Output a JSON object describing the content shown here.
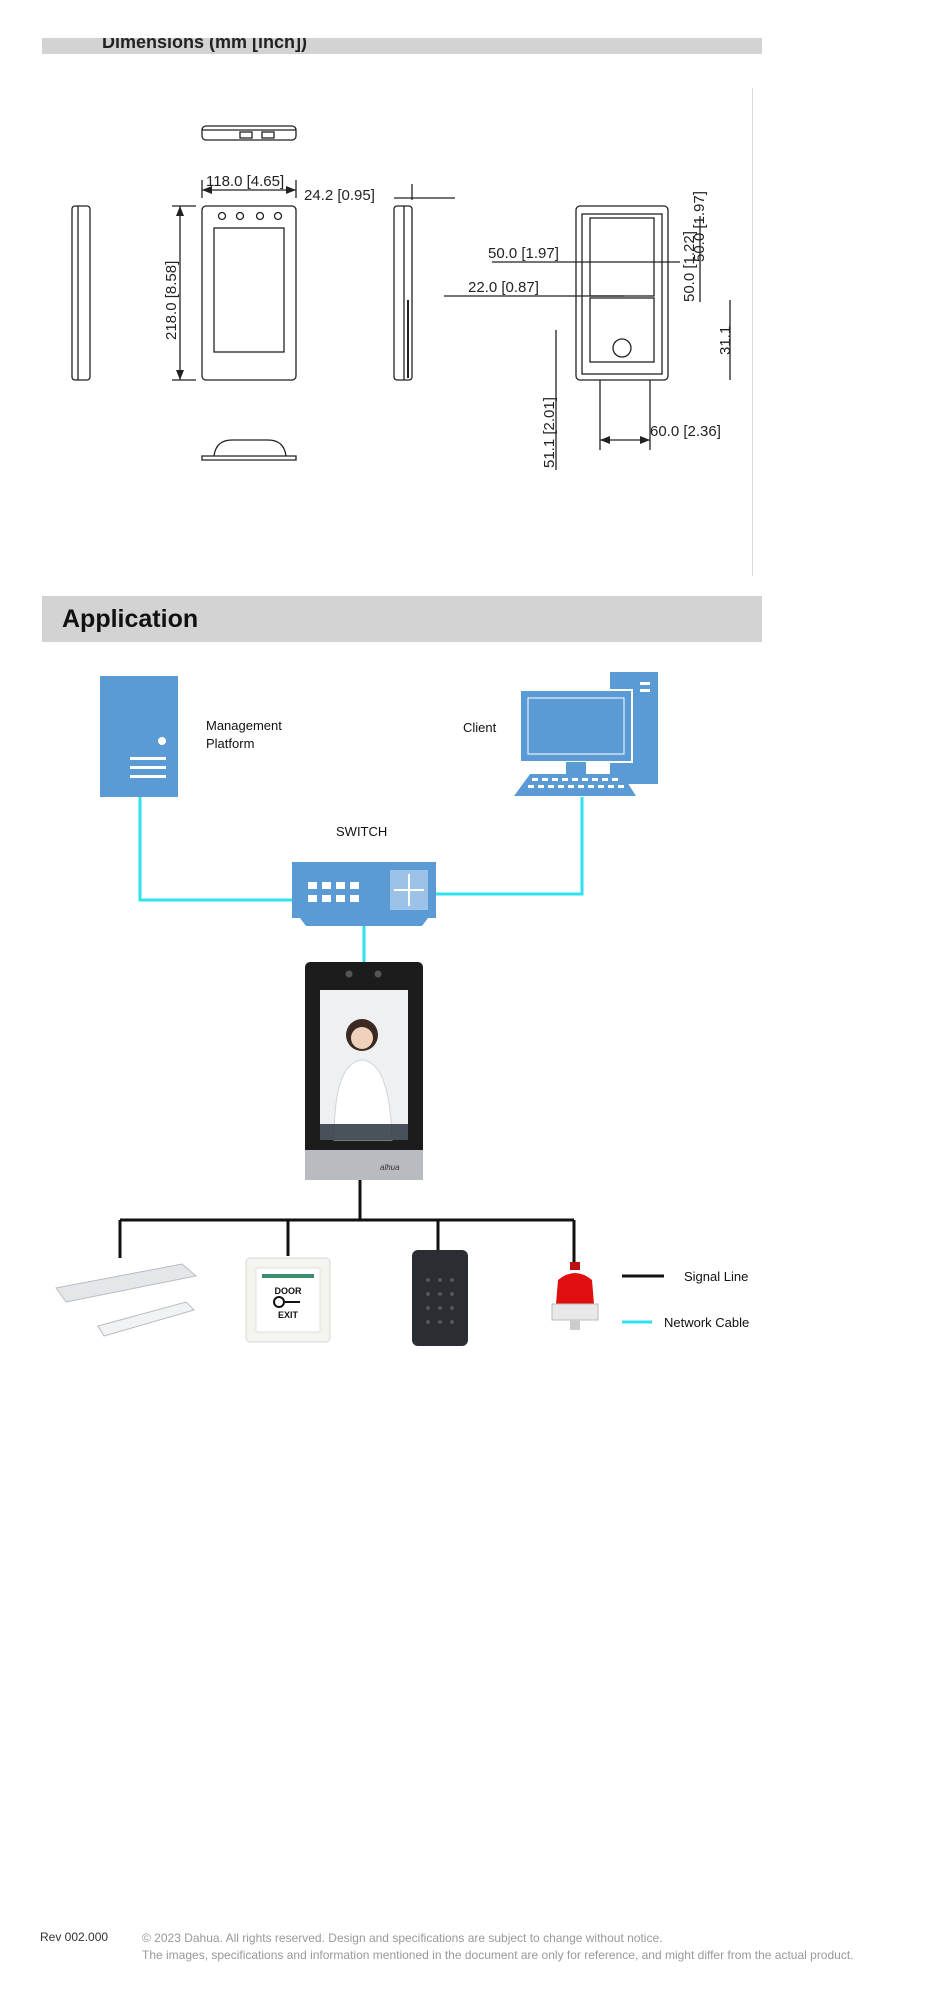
{
  "header_band": {
    "title": "Dimensions (mm [inch])"
  },
  "dimensions": {
    "width": "118.0  [4.65]",
    "depth": "24.2  [0.95]",
    "height": "218.0  [8.58]",
    "hole_offset": "50.0  [1.97]",
    "hole_diameter": "22.0  [0.87]",
    "right_height": "50.0  [1.97]",
    "right_mid": "50.0  [1.22]",
    "right_small": "31.1",
    "left_lower": "51.1  [2.01]",
    "bottom_width": "60.0  [2.36]"
  },
  "application": {
    "title": "Application",
    "management_label_1": "Management",
    "management_label_2": "Platform",
    "client_label": "Client",
    "switch_label": "SWITCH",
    "door_label_1": "DOOR",
    "door_label_2": "EXIT",
    "brand": "alhua",
    "legend_signal": "Signal Line",
    "legend_network": "Network Cable"
  },
  "colors": {
    "network": "#2ee3ee",
    "device_blue": "#5b9bd5",
    "band": "#d3d3d3"
  },
  "footer": {
    "rev": "Rev 002.000",
    "copyright": "© 2023 Dahua. All rights reserved. Design and specifications are subject to change without notice.",
    "disclaimer": "The images, specifications and information mentioned in the document are only for reference, and might differ from the actual product."
  }
}
